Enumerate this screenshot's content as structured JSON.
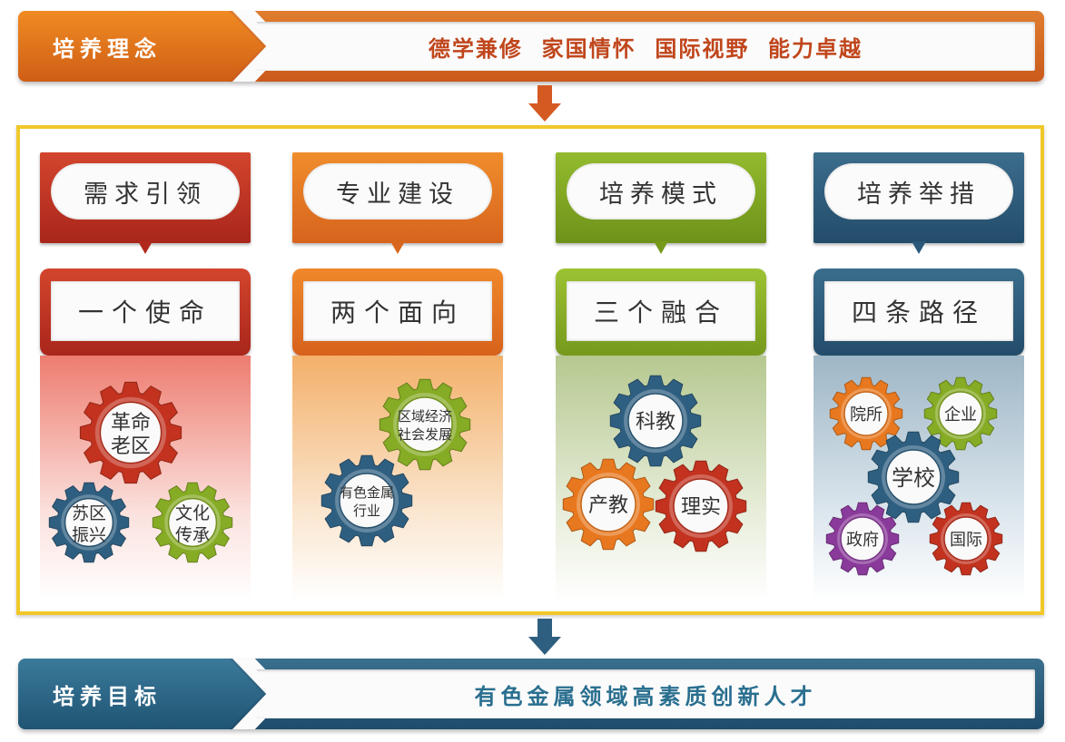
{
  "top_banner": {
    "label": "培养理念",
    "text": "德学兼修  家国情怀  国际视野  能力卓越"
  },
  "bottom_banner": {
    "label": "培养目标",
    "text": "有色金属领域高素质创新人才"
  },
  "columns": [
    {
      "header": "需求引领",
      "sub": "一个使命",
      "gears": [
        "革命\n老区",
        "苏区\n振兴",
        "文化\n传承"
      ]
    },
    {
      "header": "专业建设",
      "sub": "两个面向",
      "gears": [
        "区域经济\n社会发展",
        "有色金属\n行业"
      ]
    },
    {
      "header": "培养模式",
      "sub": "三个融合",
      "gears": [
        "科教",
        "产教",
        "理实"
      ]
    },
    {
      "header": "培养举措",
      "sub": "四条路径",
      "gears": [
        "院所",
        "企业",
        "学校",
        "政府",
        "国际"
      ]
    }
  ],
  "colors": {
    "red": "#c2321f",
    "orange": "#e8781f",
    "green": "#86ab24",
    "blue": "#2f5f80",
    "purple": "#8a3a9a",
    "frame": "#f0c82a",
    "top_text": "#c0461c",
    "bottom_text": "#2a6f8f"
  }
}
